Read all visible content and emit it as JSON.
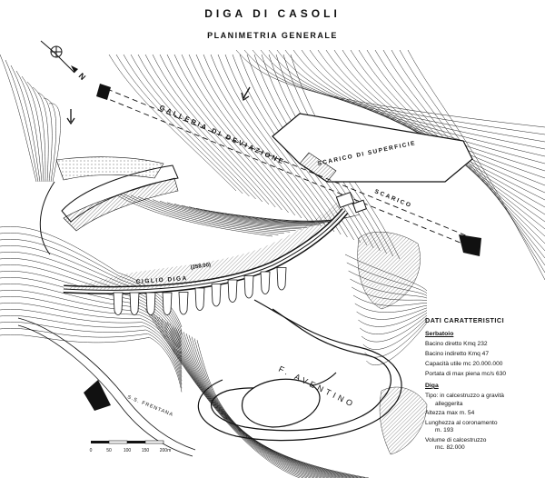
{
  "title": "DIGA DI CASOLI",
  "subtitle": "PLANIMETRIA GENERALE",
  "map_labels": {
    "north": "N",
    "galleria": "GALLERIA DI DEVIAZIONE",
    "scarico_superficie": "SCARICO DI SUPERFICIE",
    "scarico": "SCARICO",
    "ciglio_diga": "CIGLIO DIGA",
    "quota": "(258.00)",
    "fiume": "F. AVENTINO",
    "strada": "S.S. FRENTANA"
  },
  "legend": {
    "heading": "DATI CARATTERISTICI",
    "serbatoio_heading": "Serbatoio",
    "serbatoio": [
      "Bacino diretto Kmq 232",
      "Bacino indiretto Kmq 47",
      "Capacità utile mc 20.000.000",
      "Portata di max piena mc/s 630"
    ],
    "diga_heading": "Diga",
    "diga": [
      "Tipo: in calcestruzzo a gravità\n      alleggerita",
      "Altezza max m. 54",
      "Lunghezza al coronamento\n      m. 193",
      "Volume di calcestruzzo\n      mc. 82.000"
    ]
  },
  "scale_bar": {
    "labels": [
      "0",
      "50",
      "100",
      "150",
      "200m"
    ]
  },
  "colors": {
    "ink": "#111111",
    "paper": "#ffffff",
    "hatch": "#333333"
  }
}
